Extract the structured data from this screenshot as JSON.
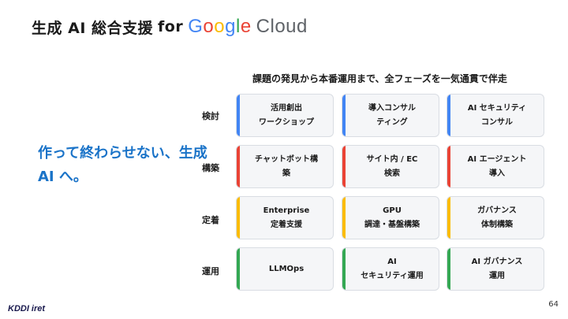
{
  "title": {
    "main": "生成 AI 総合支援",
    "for": "for",
    "brand_google": [
      "G",
      "o",
      "o",
      "g",
      "l",
      "e"
    ],
    "brand_cloud": "Cloud"
  },
  "colors": {
    "blue": "#4285f4",
    "red": "#ea4335",
    "yellow": "#fbbc04",
    "green": "#34a853",
    "tagline": "#1a73c8"
  },
  "tagline": "作って終わらせない、生成 AI へ。",
  "subtitle": "課題の発見から本番運用まで、全フェーズを一気通貫で伴走",
  "rows": [
    {
      "label": "検討",
      "color": "blue",
      "cards": [
        "活用創出\nワークショップ",
        "導入コンサル\nティング",
        "AI セキュリティ\nコンサル"
      ]
    },
    {
      "label": "構築",
      "color": "red",
      "cards": [
        "チャットボット構\n築",
        "サイト内 / EC\n検索",
        "AI エージェント\n導入"
      ]
    },
    {
      "label": "定着",
      "color": "yellow",
      "cards": [
        "Enterprise\n定着支援",
        "GPU\n調達・基盤構築",
        "ガバナンス\n体制構築"
      ]
    },
    {
      "label": "運用",
      "color": "green",
      "cards": [
        "LLMOps",
        "AI\nセキュリティ運用",
        "AI ガバナンス\n運用"
      ]
    }
  ],
  "footer": {
    "logo_kddi": "KDDI",
    "logo_iret": "iret",
    "page_number": "64"
  }
}
